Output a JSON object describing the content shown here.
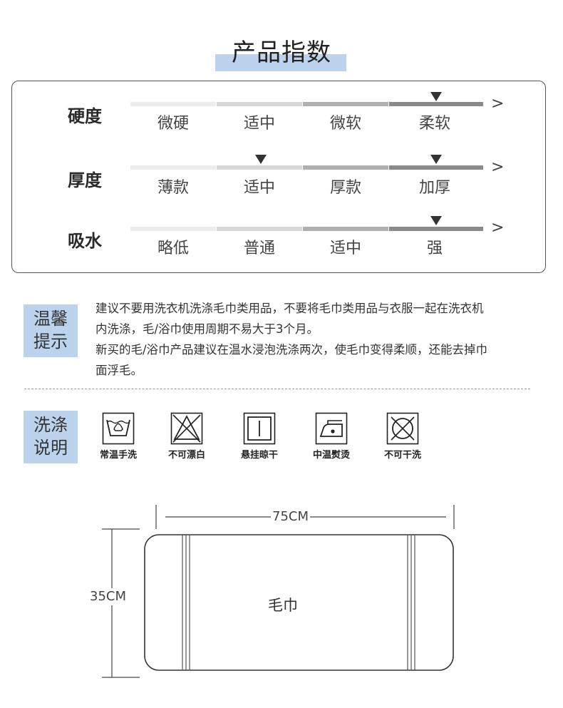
{
  "title": "产品指数",
  "index": {
    "arrow": ">",
    "rows": [
      {
        "label": "硬度",
        "levels": [
          "微硬",
          "适中",
          "微软",
          "柔软"
        ],
        "selected": [
          4
        ]
      },
      {
        "label": "厚度",
        "levels": [
          "薄款",
          "适中",
          "厚款",
          "加厚"
        ],
        "selected": [
          2,
          4
        ]
      },
      {
        "label": "吸水",
        "levels": [
          "略低",
          "普通",
          "适中",
          "强"
        ],
        "selected": [
          4
        ]
      }
    ]
  },
  "tips": {
    "tag_line1": "温馨",
    "tag_line2": "提示",
    "text_line1": "建议不要用洗衣机洗涤毛巾类用品，不要将毛巾类用品与衣服一起在洗衣机",
    "text_line2": "内洗涤，毛/浴巾使用周期不易大于3个月。",
    "text_line3": "新买的毛/浴巾产品建议在温水浸泡洗涤两次，使毛巾变得柔顺，还能去掉巾",
    "text_line4": "面浮毛。"
  },
  "wash": {
    "tag_line1": "洗涤",
    "tag_line2": "说明",
    "items": [
      {
        "icon": "hand-wash-icon",
        "label": "常温手洗"
      },
      {
        "icon": "no-bleach-icon",
        "label": "不可漂白"
      },
      {
        "icon": "hang-dry-icon",
        "label": "悬挂晾干"
      },
      {
        "icon": "medium-iron-icon",
        "label": "中温熨烫"
      },
      {
        "icon": "no-dry-clean-icon",
        "label": "不可干洗"
      }
    ]
  },
  "size": {
    "width_label": "75CM",
    "height_label": "35CM",
    "product_label": "毛巾"
  }
}
